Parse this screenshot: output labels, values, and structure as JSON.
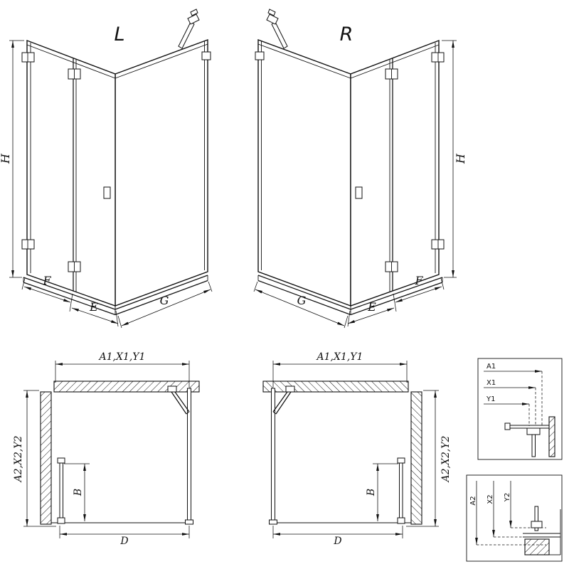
{
  "colors": {
    "ink": "#111111",
    "background": "#ffffff"
  },
  "views": {
    "iso_left": {
      "label": "L",
      "dim_height": "H",
      "dim_fixed_panel": "F",
      "dim_door": "E",
      "dim_side_panel": "G"
    },
    "iso_right": {
      "label": "R",
      "dim_height": "H",
      "dim_fixed_panel": "F",
      "dim_door": "E",
      "dim_side_panel": "G"
    },
    "plan_left": {
      "dim_width_group": "A1,X1,Y1",
      "dim_depth_group": "A2,X2,Y2",
      "dim_door_width": "B",
      "dim_opening": "D"
    },
    "plan_right": {
      "dim_width_group": "A1,X1,Y1",
      "dim_depth_group": "A2,X2,Y2",
      "dim_door_width": "B",
      "dim_opening": "D"
    },
    "detail_width": {
      "dim_a1": "A1",
      "dim_x1": "X1",
      "dim_y1": "Y1"
    },
    "detail_depth": {
      "dim_a2": "A2",
      "dim_x2": "X2",
      "dim_y2": "Y2"
    }
  }
}
